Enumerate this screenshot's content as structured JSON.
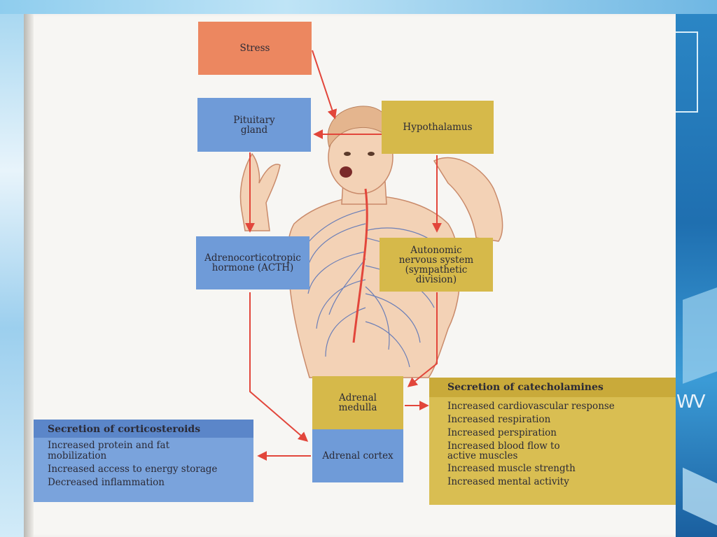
{
  "diagram": {
    "nodes": {
      "stress": "Stress",
      "pituitary": "Pituitary\ngland",
      "hypothalamus": "Hypothalamus",
      "acth": "Adrenocorticotropic\nhormone (ACTH)",
      "autonomic": "Autonomic\nnervous system\n(sympathetic\ndivision)",
      "medulla": "Adrenal\nmedulla",
      "cortex": "Adrenal cortex"
    },
    "corticosteroids": {
      "title": "Secretion of corticosteroids",
      "items": [
        "Increased protein and fat\nmobilization",
        "Increased access to energy storage",
        "Decreased inflammation"
      ]
    },
    "catecholamines": {
      "title": "Secretion of catecholamines",
      "items": [
        "Increased cardiovascular response",
        "Increased respiration",
        "Increased perspiration",
        "Increased blood flow to\nactive muscles",
        "Increased muscle strength",
        "Increased mental activity"
      ]
    },
    "colors": {
      "stress_box": "#ec8760",
      "blue_box": "#6f9bd8",
      "gold_box": "#d6b94a",
      "arrow": "#e2463b"
    }
  },
  "decor": {
    "corner_text": "WV"
  }
}
